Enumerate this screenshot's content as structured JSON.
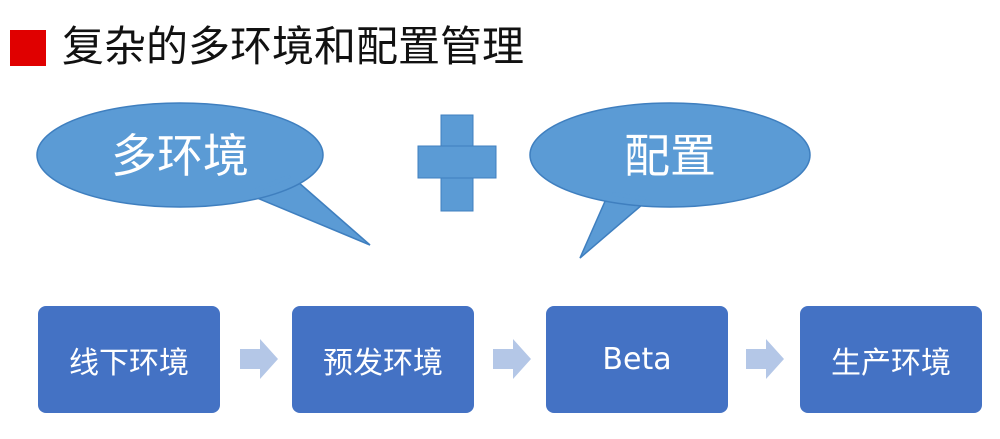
{
  "title": "复杂的多环境和配置管理",
  "bubbles": {
    "left": "多环境",
    "right": "配置"
  },
  "flow": [
    {
      "label": "线下环境"
    },
    {
      "label": "预发环境"
    },
    {
      "label": "Beta"
    },
    {
      "label": "生产环境"
    }
  ],
  "colors": {
    "title_marker": "#e00000",
    "bubble_fill": "#5b9bd5",
    "bubble_stroke": "#3f7fbf",
    "plus": "#5b9bd5",
    "box_fill": "#4472c4",
    "arrow": "#b4c7e7"
  }
}
